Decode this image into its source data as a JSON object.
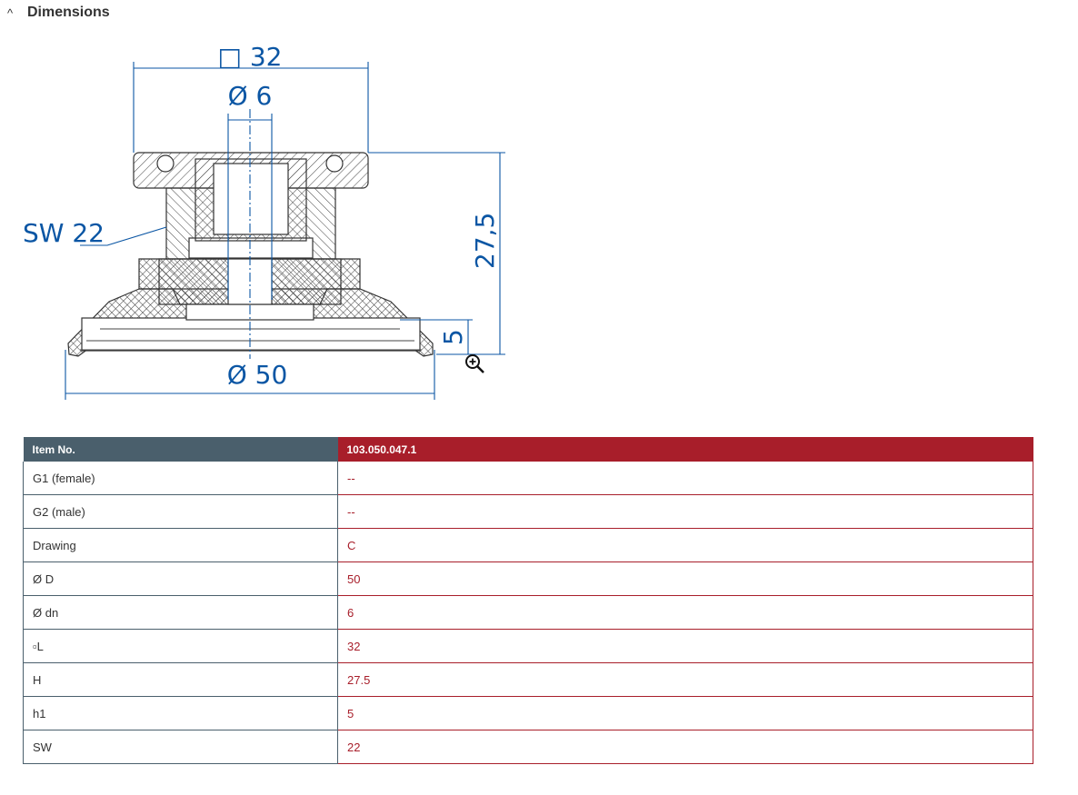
{
  "section": {
    "title": "Dimensions",
    "chevron": "^"
  },
  "drawing": {
    "square_label": "□ 32",
    "bore_label": "Ø 6",
    "sw_label": "SW 22",
    "height_label": "27,5",
    "h1_label": "5",
    "diameter_label": "Ø 50",
    "line_color": "#0b56a4",
    "zoom_icon": "zoom-in-icon"
  },
  "table": {
    "header": {
      "label": "Item No.",
      "value": "103.050.047.1"
    },
    "rows": [
      {
        "label": "G1 (female)",
        "value": "--"
      },
      {
        "label": "G2 (male)",
        "value": "--"
      },
      {
        "label": "Drawing",
        "value": "C"
      },
      {
        "label": "Ø D",
        "value": "50"
      },
      {
        "label": "Ø dn",
        "value": "6"
      },
      {
        "label": "▫L",
        "value": "32"
      },
      {
        "label": "H",
        "value": "27.5"
      },
      {
        "label": "h1",
        "value": "5"
      },
      {
        "label": "SW",
        "value": "22"
      }
    ]
  }
}
